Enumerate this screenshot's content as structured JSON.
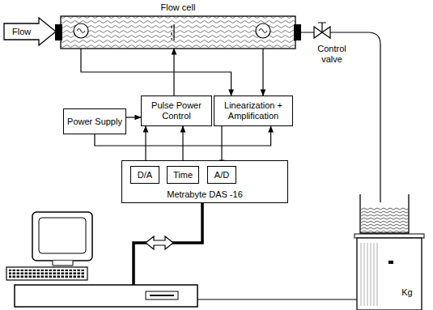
{
  "diagram": {
    "nodes": [
      {
        "text": [
          "Flow cell"
        ]
      },
      {
        "text": [
          "Flow"
        ]
      },
      {
        "text": [
          "Pulse Power Control"
        ]
      },
      {
        "text": [
          "Linearization + Amplification"
        ]
      },
      {
        "text": [
          "Power Supply"
        ]
      },
      {
        "text": [
          "Metrabyte DAS -16"
        ]
      },
      {
        "text": [
          "D/A"
        ],
        "in": 5
      },
      {
        "text": [
          "Time"
        ],
        "in": 5
      },
      {
        "text": [
          "A/D"
        ],
        "in": 5
      }
    ],
    "edges": [
      {
        "from": 4,
        "to": 2,
        "arrow": "to"
      },
      {
        "from": 4,
        "to": 3,
        "arrow": "to"
      },
      {
        "from": 2,
        "to": 0,
        "arrow": "to"
      },
      {
        "from": 0,
        "to": 3,
        "arrow": "to"
      },
      {
        "from": 0,
        "to": 3,
        "arrow": "to"
      },
      {
        "from": 6,
        "to": 2,
        "arrow": "to"
      },
      {
        "from": 7,
        "to": 2,
        "arrow": "to"
      },
      {
        "from": 3,
        "to": 8,
        "arrow": "to"
      }
    ],
    "labels": [
      "Control valve",
      "Kg"
    ]
  }
}
